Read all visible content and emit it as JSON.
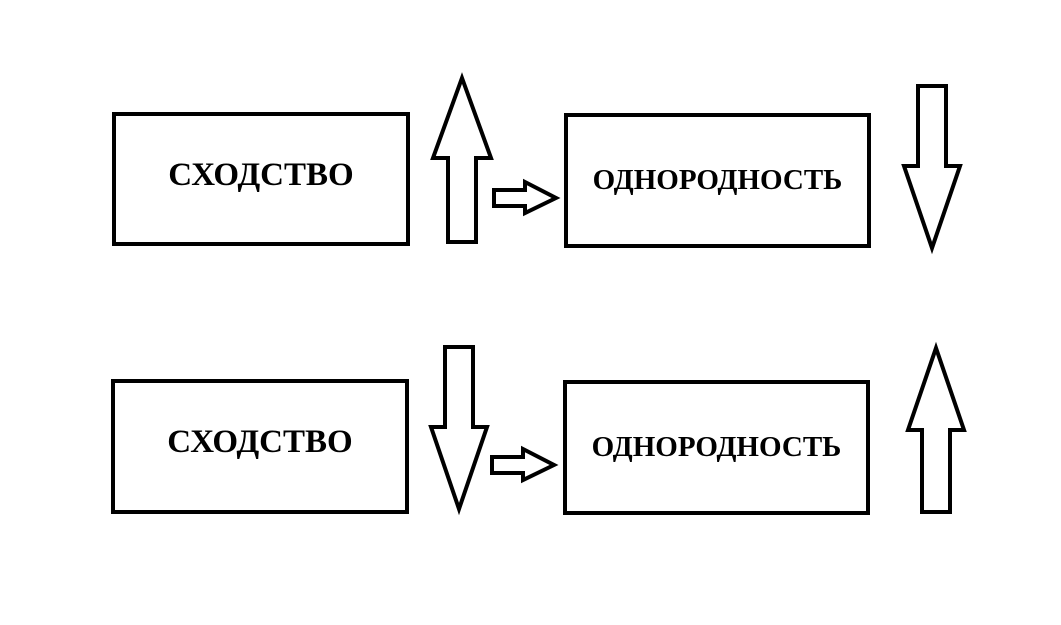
{
  "diagram": {
    "rows": [
      {
        "left_box": {
          "label": "СХОДСТВО"
        },
        "left_arrow": {
          "direction": "up"
        },
        "connector": {
          "direction": "right"
        },
        "right_box": {
          "label": "ОДНОРОДНОСТЬ"
        },
        "right_arrow": {
          "direction": "down"
        }
      },
      {
        "left_box": {
          "label": "СХОДСТВО"
        },
        "left_arrow": {
          "direction": "down"
        },
        "connector": {
          "direction": "right"
        },
        "right_box": {
          "label": "ОДНОРОДНОСТЬ"
        },
        "right_arrow": {
          "direction": "up"
        }
      }
    ],
    "colors": {
      "stroke": "#000000",
      "fill": "#ffffff",
      "text": "#000000"
    }
  }
}
